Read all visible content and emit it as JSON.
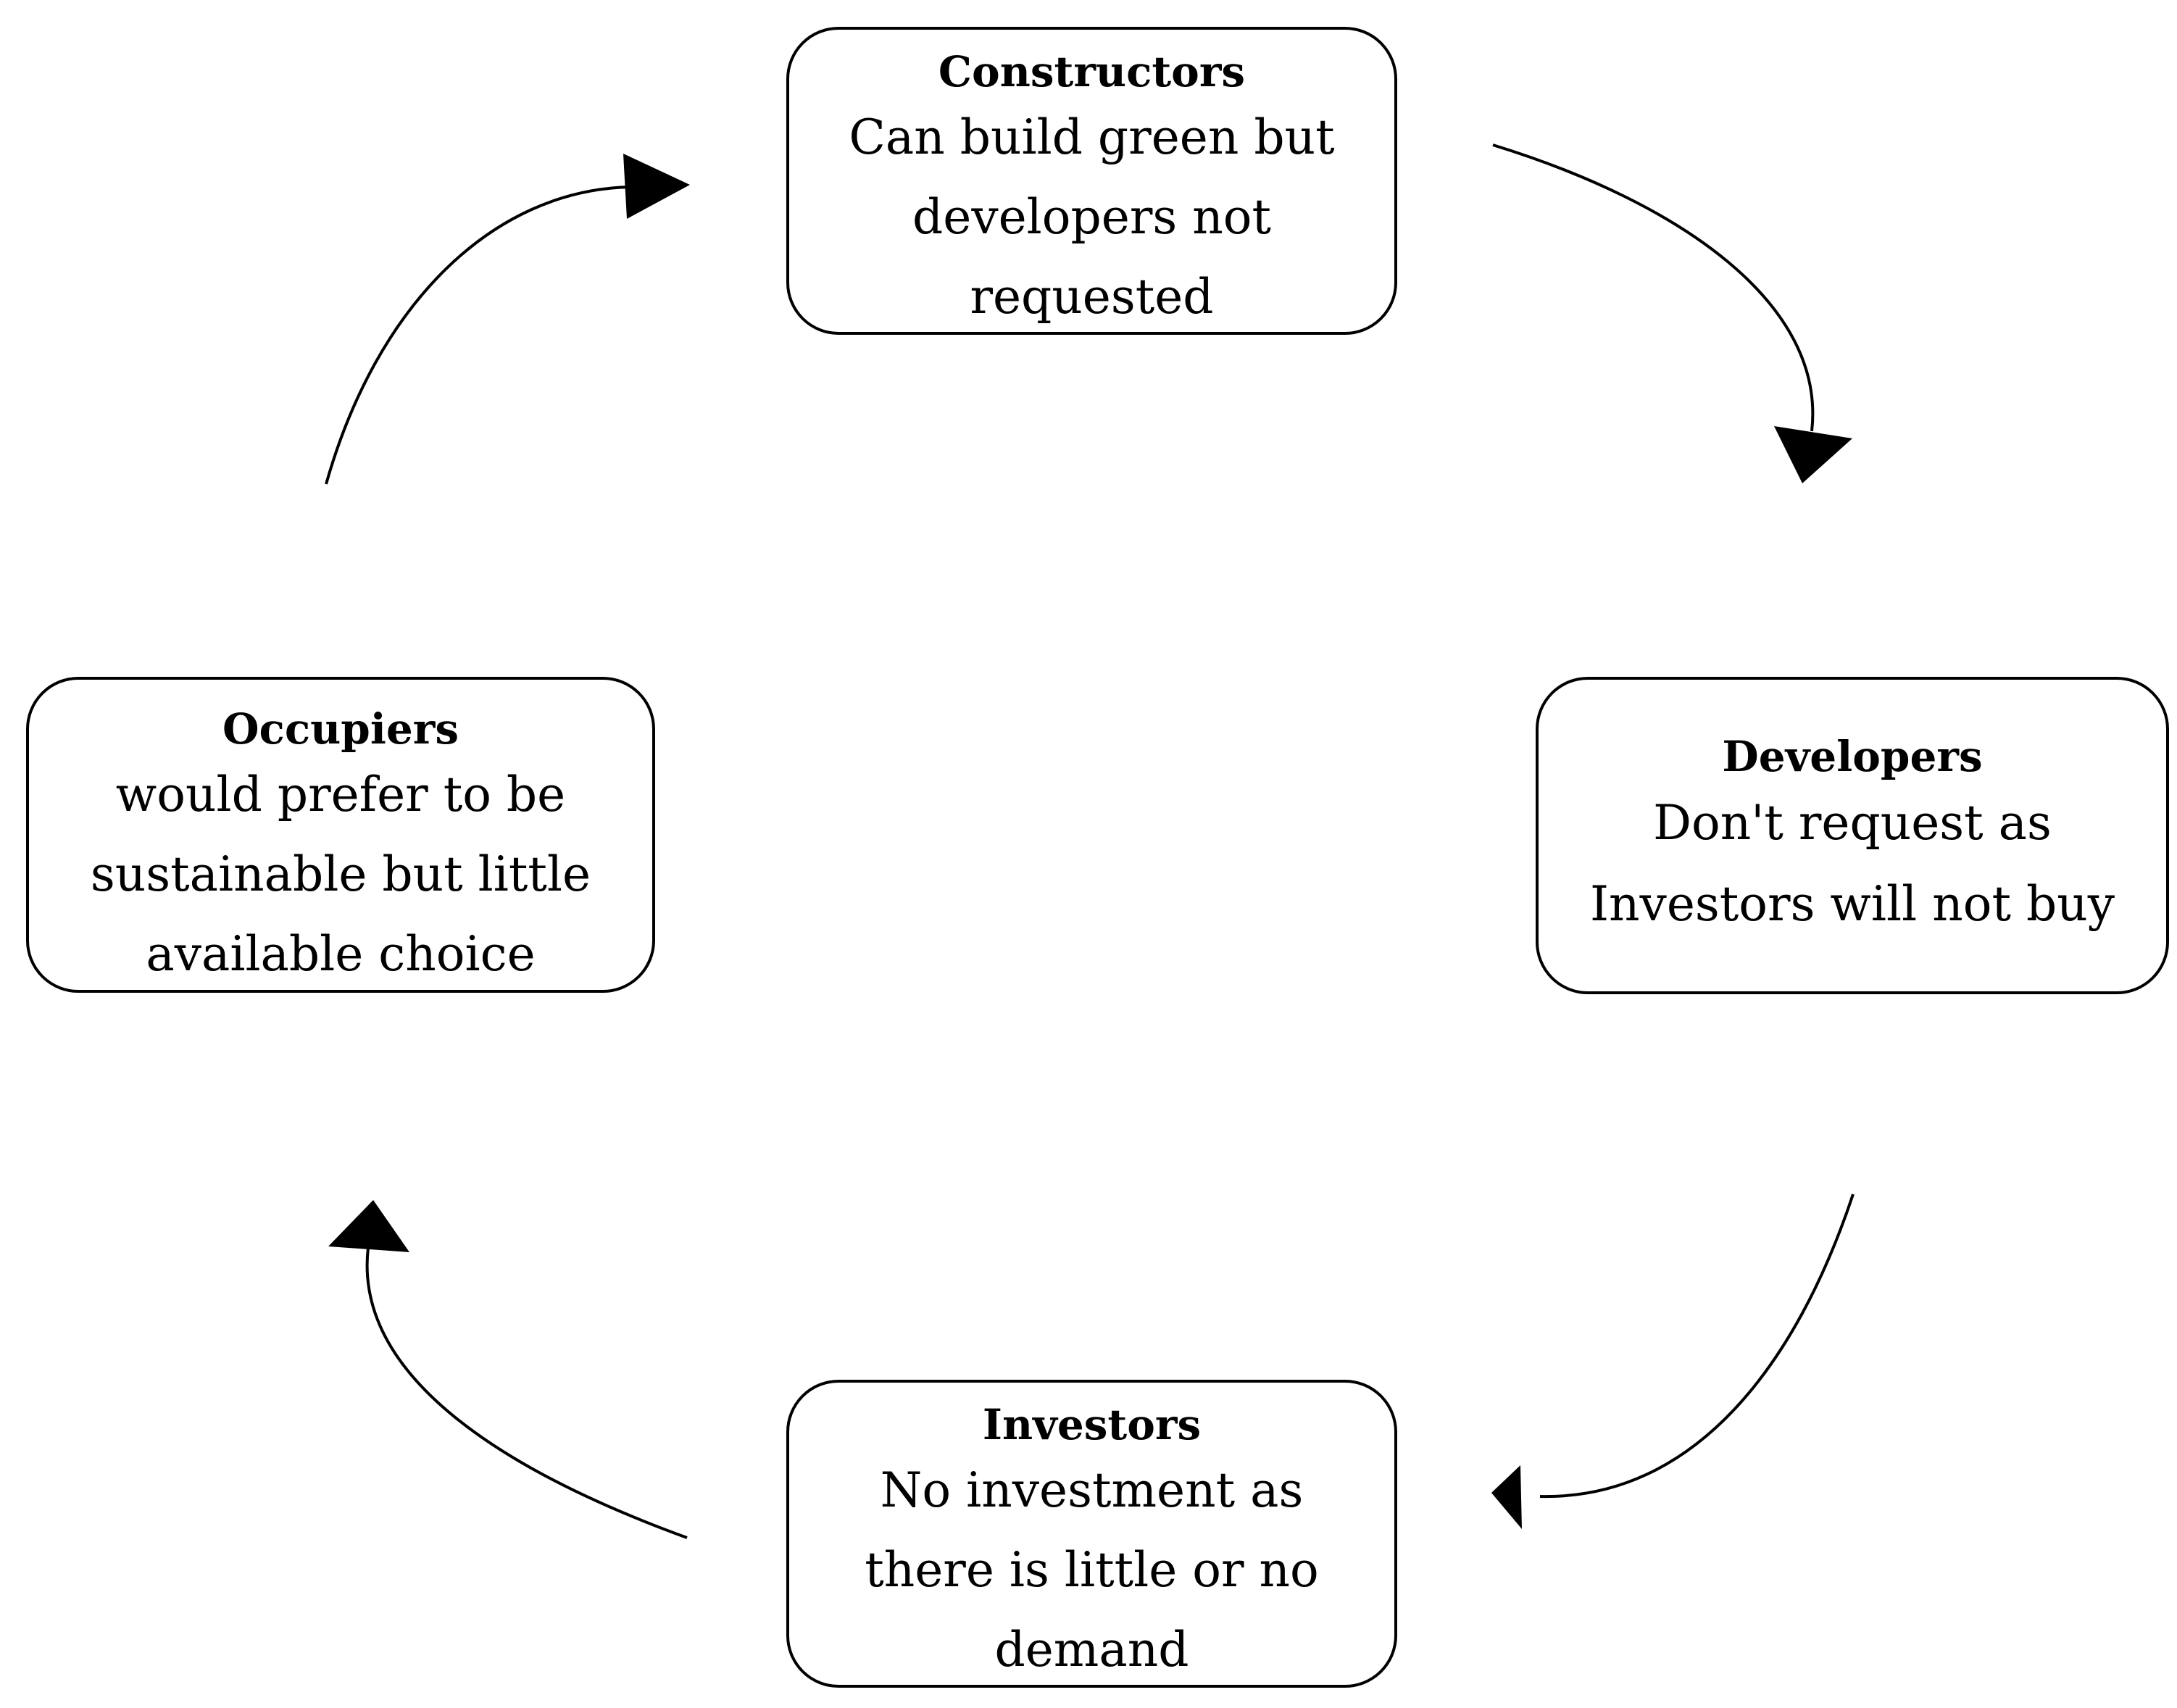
{
  "diagram": {
    "nodes": [
      {
        "id": "constructors",
        "title": "Constructors",
        "lines": [
          "Can build green but",
          "developers not",
          "requested"
        ]
      },
      {
        "id": "developers",
        "title": "Developers",
        "lines": [
          "Don't request as",
          "Investors will not buy"
        ]
      },
      {
        "id": "investors",
        "title": "Investors",
        "lines": [
          "No investment as",
          "there is little or no",
          "demand"
        ]
      },
      {
        "id": "occupiers",
        "title": "Occupiers",
        "lines": [
          "would prefer to be",
          "sustainable but little",
          "available choice"
        ]
      }
    ],
    "edges": [
      {
        "from": "constructors",
        "to": "developers"
      },
      {
        "from": "developers",
        "to": "investors"
      },
      {
        "from": "investors",
        "to": "occupiers"
      },
      {
        "from": "occupiers",
        "to": "constructors"
      }
    ],
    "colors": {
      "stroke": "#000000",
      "fill": "#ffffff"
    }
  }
}
